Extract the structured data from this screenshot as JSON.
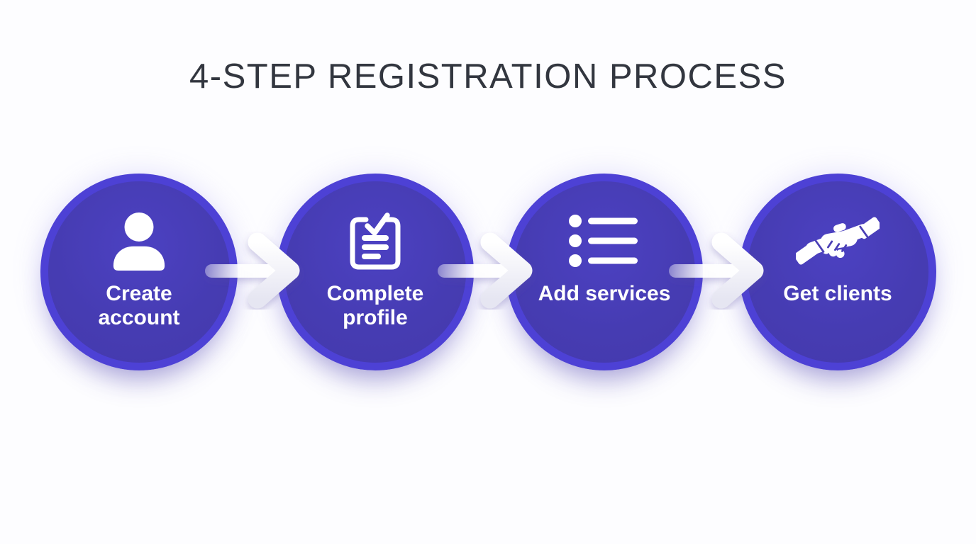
{
  "title": "4-STEP REGISTRATION PROCESS",
  "steps": [
    {
      "label": "Create account",
      "icon": "user-icon"
    },
    {
      "label": "Complete profile",
      "icon": "checklist-icon"
    },
    {
      "label": "Add services",
      "icon": "list-icon"
    },
    {
      "label": "Get clients",
      "icon": "handshake-icon"
    }
  ],
  "connector": {
    "icon": "arrow-right-icon",
    "count": 3
  },
  "colors": {
    "background": "#fdfdff",
    "title_text": "#32363f",
    "circle_fill": "#463CB2",
    "circle_ring": "#4D41D5",
    "step_text": "#ffffff",
    "arrow": "#ffffff"
  }
}
